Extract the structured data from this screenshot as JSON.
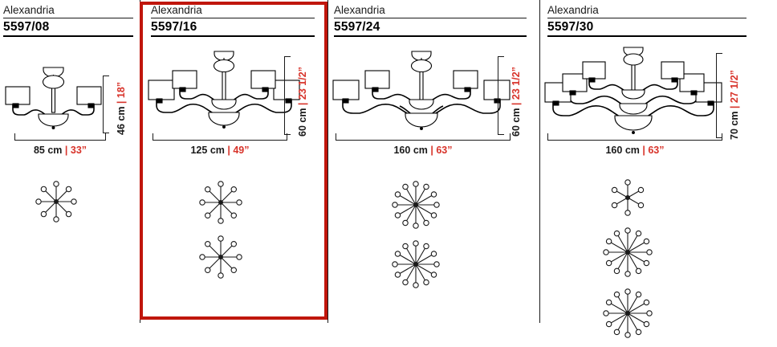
{
  "accent": {
    "highlight_border": "#c0160c",
    "imperial_text": "#d8332a",
    "metric_text": "#1a1a1a",
    "line": "#1a1a1a"
  },
  "highlighted_model_code": "5597/16",
  "columns": [
    {
      "family": "Alexandria",
      "code": "5597/08",
      "highlighted": false,
      "width_cm": "85 cm",
      "width_in": "33”",
      "height_cm": "46 cm",
      "height_in": "18”",
      "lights": 8,
      "tiers": [
        {
          "arms": 8,
          "radius": 22
        }
      ],
      "elevation": {
        "tiers": [
          {
            "span": 95,
            "drop": 0,
            "shade_w": 30,
            "shade_h": 22
          }
        ]
      }
    },
    {
      "family": "Alexandria",
      "code": "5597/16",
      "highlighted": true,
      "width_cm": "125 cm",
      "width_in": "49”",
      "height_cm": "60 cm",
      "height_in": "23 1/2”",
      "lights": 16,
      "tiers": [
        {
          "arms": 8,
          "radius": 23
        },
        {
          "arms": 8,
          "radius": 23
        }
      ],
      "elevation": {
        "tiers": [
          {
            "span": 96,
            "drop": 0,
            "shade_w": 30,
            "shade_h": 22
          },
          {
            "span": 148,
            "drop": 22,
            "shade_w": 32,
            "shade_h": 24
          }
        ]
      }
    },
    {
      "family": "Alexandria",
      "code": "5597/24",
      "highlighted": false,
      "width_cm": "160 cm",
      "width_in": "63”",
      "height_cm": "60 cm",
      "height_in": "23 1/2”",
      "lights": 24,
      "tiers": [
        {
          "arms": 12,
          "radius": 26
        },
        {
          "arms": 12,
          "radius": 26
        }
      ],
      "elevation": {
        "tiers": [
          {
            "span": 110,
            "drop": 0,
            "shade_w": 30,
            "shade_h": 22
          },
          {
            "span": 172,
            "drop": 22,
            "shade_w": 32,
            "shade_h": 24
          }
        ]
      }
    },
    {
      "family": "Alexandria",
      "code": "5597/30",
      "highlighted": false,
      "width_cm": "160 cm",
      "width_in": "63”",
      "height_cm": "70 cm",
      "height_in": "27 1/2”",
      "lights": 30,
      "tiers": [
        {
          "arms": 6,
          "radius": 19
        },
        {
          "arms": 12,
          "radius": 27
        },
        {
          "arms": 12,
          "radius": 27
        }
      ],
      "elevation": {
        "tiers": [
          {
            "span": 78,
            "drop": 0,
            "shade_w": 28,
            "shade_h": 21
          },
          {
            "span": 130,
            "drop": 21,
            "shade_w": 30,
            "shade_h": 22
          },
          {
            "span": 184,
            "drop": 42,
            "shade_w": 32,
            "shade_h": 24
          }
        ]
      }
    }
  ],
  "separators_x": [
    174,
    408,
    672
  ]
}
